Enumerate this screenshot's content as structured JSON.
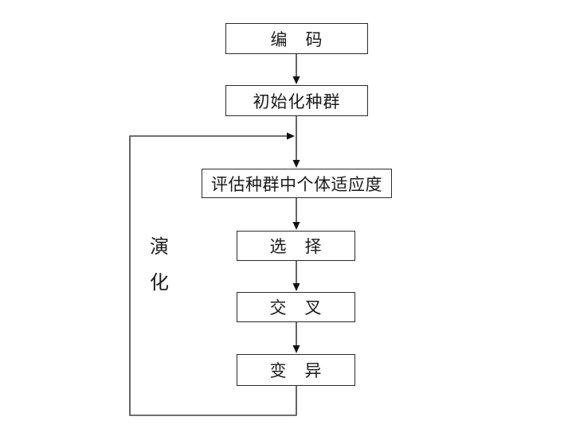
{
  "flowchart": {
    "description": "Genetic algorithm flowchart",
    "nodes": [
      {
        "id": "encode",
        "label": "编　码"
      },
      {
        "id": "init-population",
        "label": "初始化种群"
      },
      {
        "id": "evaluate-fitness",
        "label": "评估种群中个体适应度"
      },
      {
        "id": "selection",
        "label": "选　择"
      },
      {
        "id": "crossover",
        "label": "交　叉"
      },
      {
        "id": "mutation",
        "label": "变　异"
      }
    ],
    "loop": {
      "label": "演化",
      "label_chars": [
        "演",
        "化"
      ]
    },
    "colors": {
      "background": "#ffffff",
      "box_border": "#2b2b2b",
      "line": "#404040",
      "arrowhead": "#111111",
      "text": "#1a1a1a"
    }
  }
}
